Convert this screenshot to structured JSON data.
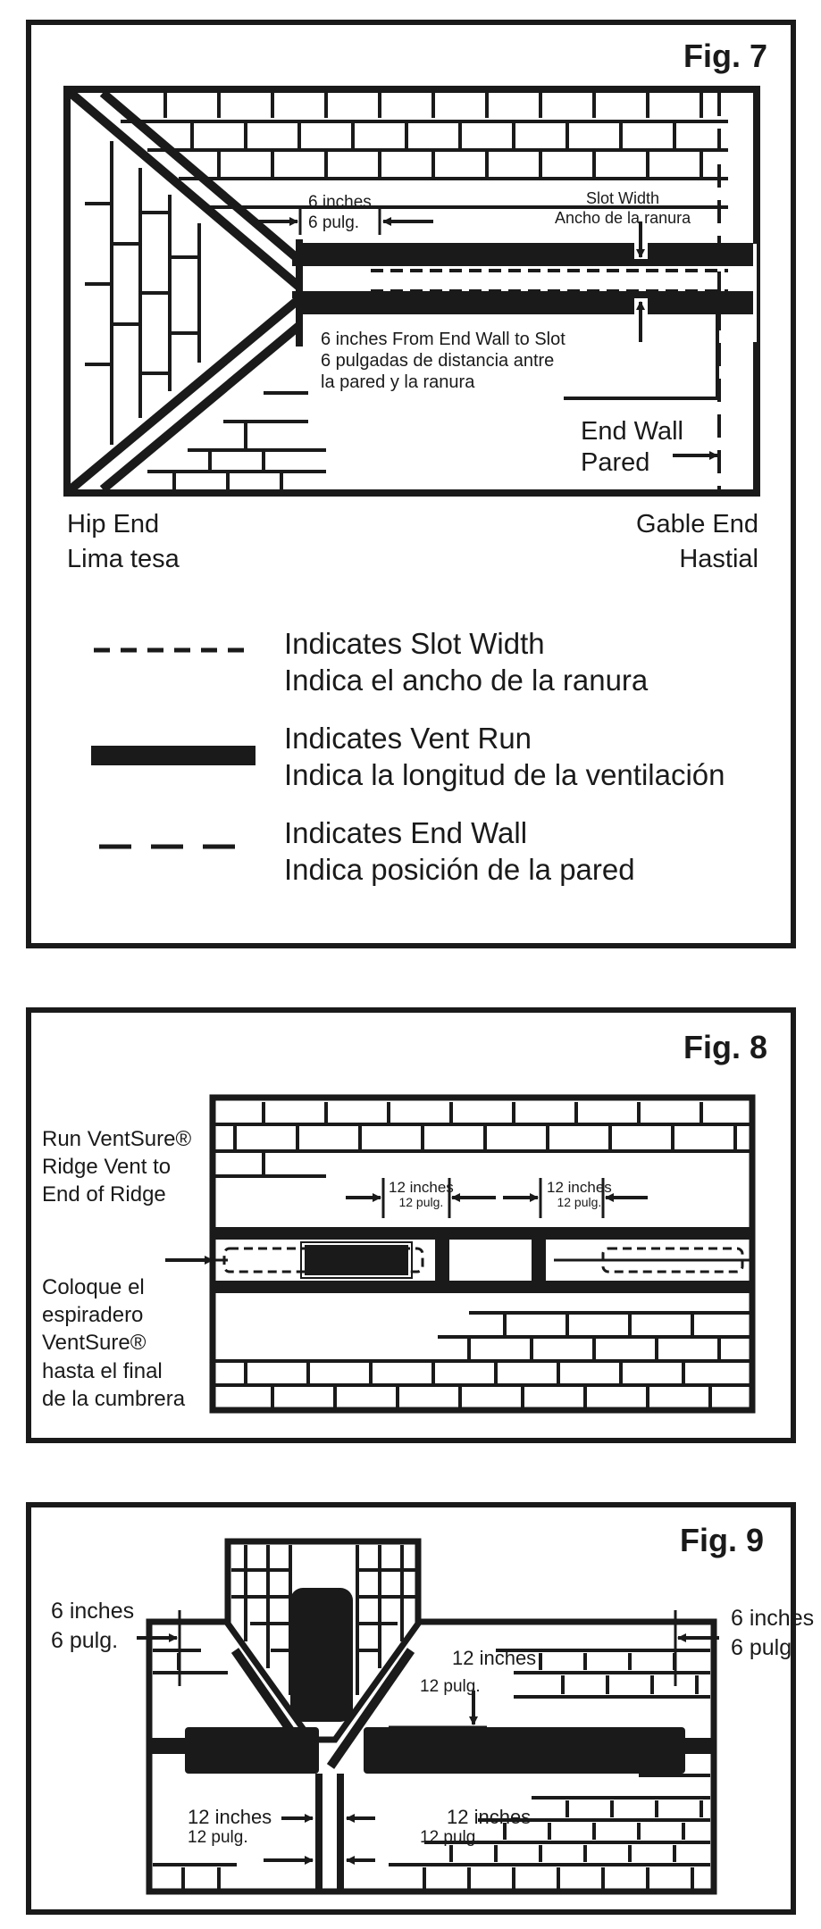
{
  "fig7": {
    "title": "Fig. 7",
    "slot_width": [
      "Slot Width",
      "Ancho de la ranura"
    ],
    "six_inches": [
      "6 inches",
      "6 pulg."
    ],
    "from_end_wall": [
      "6 inches From End Wall to Slot",
      "6 pulgadas de distancia antre",
      "la pared y la ranura"
    ],
    "end_wall": [
      "End Wall",
      "Pared"
    ],
    "hip_end": [
      "Hip End",
      "Lima tesa"
    ],
    "gable_end": [
      "Gable End",
      "Hastial"
    ],
    "legend": [
      {
        "line1": "Indicates Slot Width",
        "line2": "Indica el ancho de la ranura"
      },
      {
        "line1": "Indicates Vent Run",
        "line2": "Indica la longitud de la ventilación"
      },
      {
        "line1": "Indicates End Wall",
        "line2": "Indica posición de la pared"
      }
    ]
  },
  "fig8": {
    "title": "Fig. 8",
    "side_en": [
      "Run VentSure®",
      "Ridge Vent to",
      "End of Ridge"
    ],
    "side_es": [
      "Coloque el",
      "espiradero",
      "VentSure®",
      "hasta el final",
      "de la cumbrera"
    ],
    "dim1": [
      "12 inches",
      "12 pulg."
    ],
    "dim2": [
      "12 inches",
      "12 pulg."
    ]
  },
  "fig9": {
    "title": "Fig. 9",
    "left_six": [
      "6 inches",
      "6 pulg."
    ],
    "right_six": [
      "6 inches",
      "6 pulg."
    ],
    "dormer_dim": [
      "12 inches",
      "12 pulg."
    ],
    "bottom_left": [
      "12 inches",
      "12 pulg."
    ],
    "bottom_right": [
      "12 inches",
      "12 pulg."
    ]
  }
}
